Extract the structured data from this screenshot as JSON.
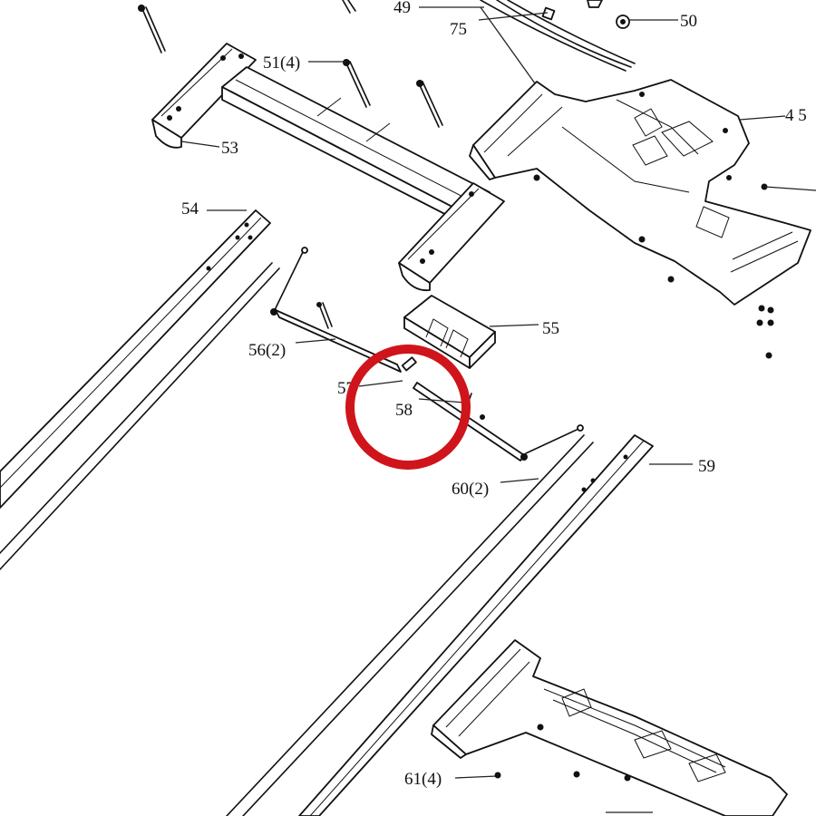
{
  "diagram": {
    "labels": {
      "p49": "49",
      "p75": "75",
      "p50": "50",
      "p51": "51(4)",
      "p45": "4 5",
      "p53": "53",
      "p54": "54",
      "p55": "55",
      "p56": "56(2)",
      "p57": "57",
      "p58": "58",
      "p59": "59",
      "p60": "60(2)",
      "p61": "61(4)"
    },
    "colors": {
      "ink": "#111111",
      "highlight": "#d0141c",
      "paper": "#ffffff"
    }
  }
}
